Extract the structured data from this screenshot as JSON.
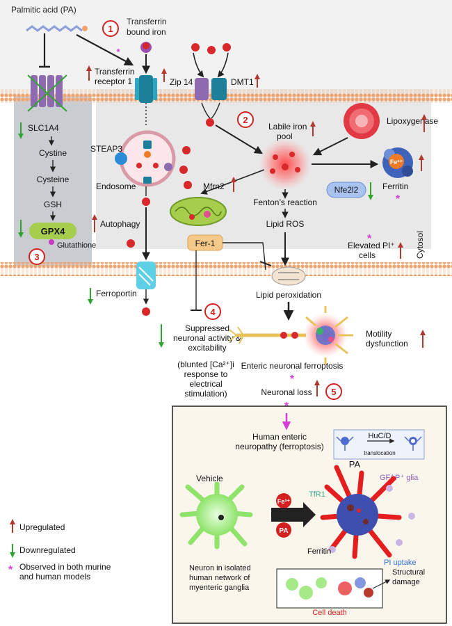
{
  "labels": {
    "pa": "Palmitic acid (PA)",
    "transferrin_iron_l1": "Transferrin",
    "transferrin_iron_l2": "bound iron",
    "tfr_l1": "Transferrin",
    "tfr_l2": "receptor 1",
    "zip14": "Zip 14",
    "dmt1": "DMT1",
    "labile_l1": "Labile iron",
    "labile_l2": "pool",
    "lipoxygenase": "Lipoxygenase",
    "slc1a4": "SLC1A4",
    "cystine": "Cystine",
    "cysteine": "Cysteine",
    "gsh": "GSH",
    "gpx4": "GPX4",
    "glutathione": "Glutathione",
    "steap3": "STEAP3",
    "endosome": "Endosome",
    "autophagy": "Autophagy",
    "mfrn2": "Mfrn2",
    "fenton": "Fenton’s reaction",
    "lipid_ros": "Lipid ROS",
    "nfe2l2": "Nfe2l2",
    "ferritin": "Ferritin",
    "elevated_pi_l1": "Elevated PI⁺",
    "elevated_pi_l2": "cells",
    "cytosol": "Cytosol",
    "fer1": "Fer-1",
    "ferroportin": "Ferroportin",
    "lipid_perox": "Lipid peroxidation",
    "suppressed_l1": "Suppressed",
    "suppressed_l2": "neuronal activity &",
    "suppressed_l3": "excitability",
    "blunted_l1": "(blunted [Ca²⁺]i",
    "blunted_l2": "response to",
    "blunted_l3": "electrical",
    "blunted_l4": "stimulation)",
    "motility_l1": "Motility",
    "motility_l2": "dysfunction",
    "enteric_ferroptosis": "Enteric neuronal ferroptosis",
    "neuronal_loss": "Neuronal loss",
    "human_l1": "Human enteric",
    "human_l2": "neuropathy (ferroptosis)",
    "hucd": "HuC/D",
    "translocation": "translocation",
    "pa_short": "PA",
    "gfap": "GFAP⁺ glia",
    "vehicle": "Vehicle",
    "tfr1": "TfR1",
    "ferritin2": "Ferritin",
    "pi_uptake": "PI uptake",
    "fe3_plus": "Fe³⁺",
    "pa_circle": "PA",
    "structural_l1": "Structural",
    "structural_l2": "damage",
    "cell_death": "Cell death",
    "neuron_l1": "Neuron in isolated",
    "neuron_l2": "human network of",
    "neuron_l3": "myenteric ganglia",
    "ferritin_fe3": "Fe³⁺",
    "fe": "Fe",
    "star": "*"
  },
  "steps": [
    "1",
    "2",
    "3",
    "4",
    "5"
  ],
  "legend": {
    "up": "Upregulated",
    "down": "Downregulated",
    "both_l1": "Observed in both murine",
    "both_l2": "and human models"
  },
  "colors": {
    "up": "#b3392f",
    "down": "#2fa52f",
    "star": "#d63fd6",
    "membrane": "#f2a36b",
    "step_ring": "#d42020",
    "neuron_red": "#e41e1e",
    "neuron_green": "#8fe36a"
  }
}
